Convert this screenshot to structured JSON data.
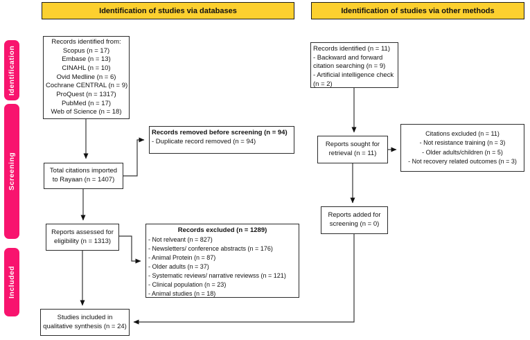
{
  "diagram": {
    "headers": {
      "databases": "Identification of studies via databases",
      "other_methods": "Identification of studies via other methods"
    },
    "stages": [
      {
        "label": "Identification"
      },
      {
        "label": "Screening"
      },
      {
        "label": "Included"
      }
    ],
    "boxes": {
      "records_identified_db": {
        "lines": [
          "Records identified from:",
          "Scopus (n = 17)",
          "Embase (n = 13)",
          "CINAHL (n = 10)",
          "Ovid Medline (n = 6)",
          "Cochrane CENTRAL (n = 9)",
          "ProQuest (n = 1317)",
          "PubMed (n = 17)",
          "Web of Science (n = 18)"
        ]
      },
      "total_citations": {
        "text": "Total citations imported to Rayaan (n = 1407)"
      },
      "records_removed": {
        "title": "Records removed before screening (n = 94)",
        "items": [
          "- Duplicate record removed (n = 94)"
        ]
      },
      "reports_assessed": {
        "text": "Reports assessed for eligibility (n = 1313)"
      },
      "records_excluded": {
        "title": "Records excluded (n = 1289)",
        "items": [
          "- Not relveant (n = 827)",
          "- Newsletters/ conference abstracts (n = 176)",
          "- Animal Protein  (n = 87)",
          "- Older adults (n = 37)",
          "- Systematic reviews/ narrative reviewss (n = 121)",
          "- Clinical population (n = 23)",
          "- Animal studies (n = 18)"
        ]
      },
      "studies_included": {
        "text": "Studies included in qualitative synthesis (n = 24)"
      },
      "records_identified_other": {
        "lines": [
          "Records identified (n = 11)",
          "- Backward and forward citation searching (n = 9)",
          "- Artificial intelligence check (n = 2)"
        ]
      },
      "reports_sought": {
        "text": "Reports sought for retrieval (n = 11)"
      },
      "citations_excluded": {
        "lines": [
          "Citations excluded (n = 11)",
          "- Not resistance training (n = 3)",
          "- Older adults/children (n = 5)",
          "- Not recovery related outcomes (n = 3)"
        ]
      },
      "reports_added": {
        "text": "Reports added for screening (n = 0)"
      }
    },
    "colors": {
      "header_bg": "#FCD02F",
      "stage_bg": "#F8146E",
      "box_border": "#2A2A2A",
      "arrow": "#333333"
    }
  }
}
